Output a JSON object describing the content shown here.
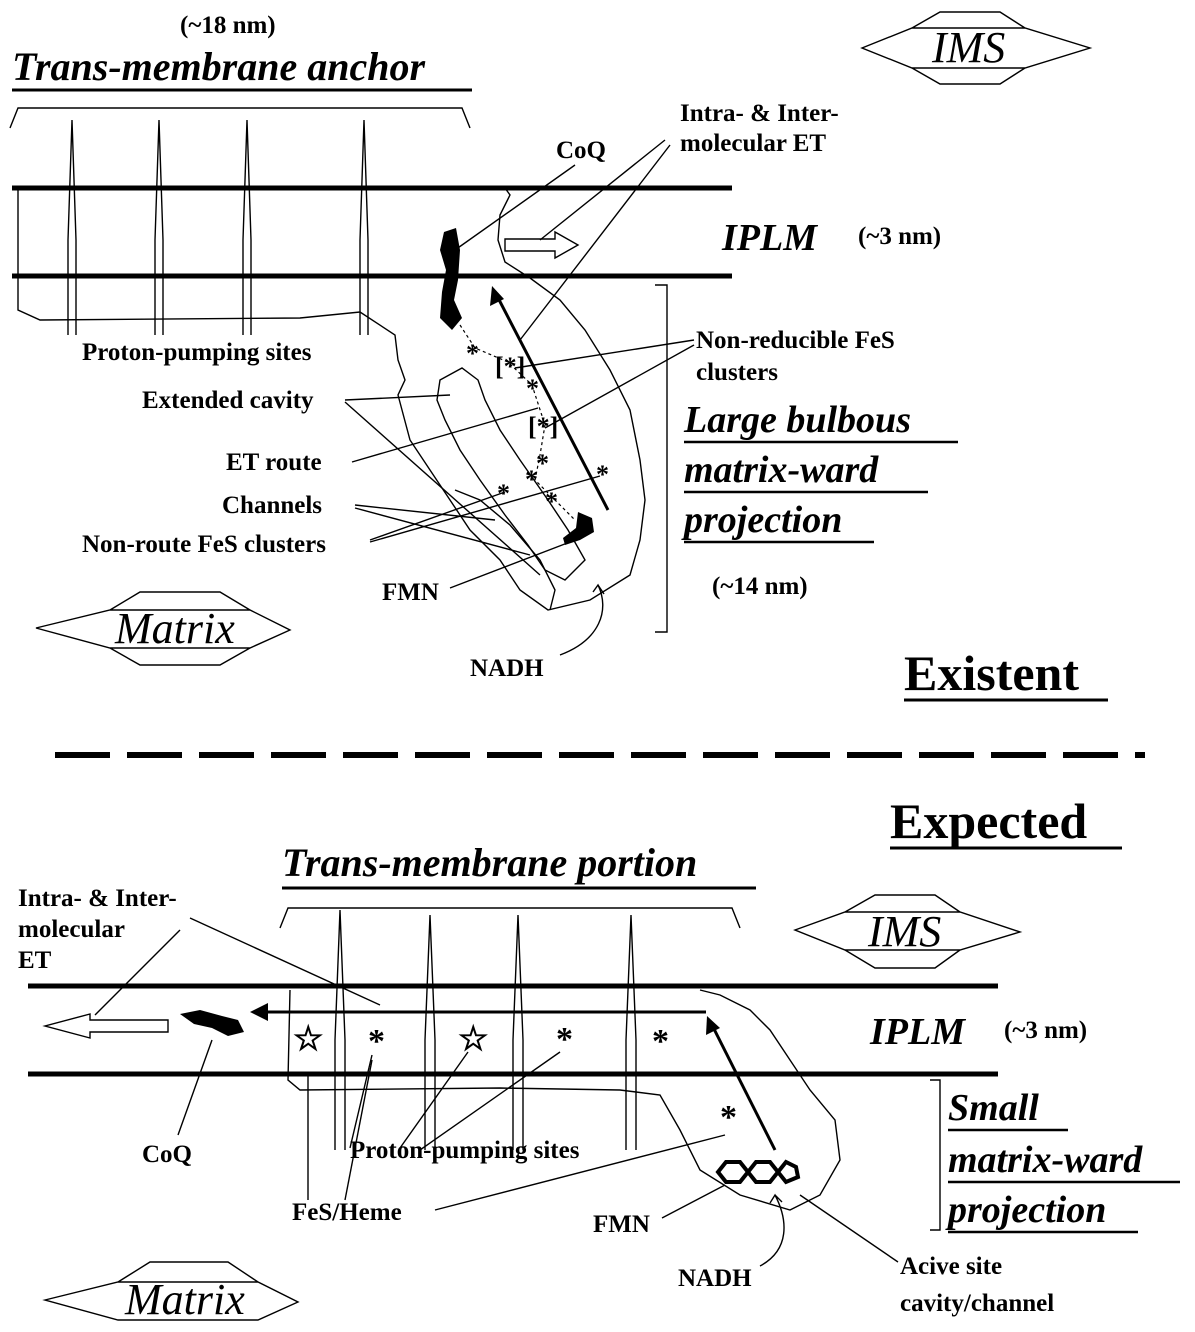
{
  "top": {
    "tm_size": "(~18 nm)",
    "tm_anchor": "Trans-membrane anchor",
    "ims": "IMS",
    "intra_inter_1": "Intra- & Inter-",
    "intra_inter_2": "molecular ET",
    "coq": "CoQ",
    "iplm": "IPLM",
    "iplm_size": "(~3 nm)",
    "proton_pumping": "Proton-pumping sites",
    "nonreducible_1": "Non-reducible FeS",
    "nonreducible_2": "clusters",
    "extended_cavity": "Extended cavity",
    "large_1": "Large bulbous",
    "large_2": "matrix-ward",
    "large_3": "projection",
    "et_route": "ET route",
    "channels": "Channels",
    "nonroute": "Non-route FeS clusters",
    "fmn": "FMN",
    "proj_size": "(~14 nm)",
    "matrix": "Matrix",
    "nadh": "NADH",
    "state": "Existent",
    "asterisk": "*",
    "bracket_asterisk": "[*]"
  },
  "bottom": {
    "state": "Expected",
    "tm_portion": "Trans-membrane portion",
    "intra_1": "Intra- & Inter-",
    "intra_2": "molecular",
    "intra_3": "ET",
    "ims": "IMS",
    "iplm": "IPLM",
    "iplm_size": "(~3 nm)",
    "coq": "CoQ",
    "proton_pumping": "Proton-pumping sites",
    "small_1": "Small",
    "small_2": "matrix-ward",
    "small_3": "projection",
    "fes_heme": "FeS/Heme",
    "fmn": "FMN",
    "nadh": "NADH",
    "active_1": "Acive site",
    "active_2": "cavity/channel",
    "matrix": "Matrix",
    "asterisk": "*",
    "star_glyph": "☆"
  }
}
